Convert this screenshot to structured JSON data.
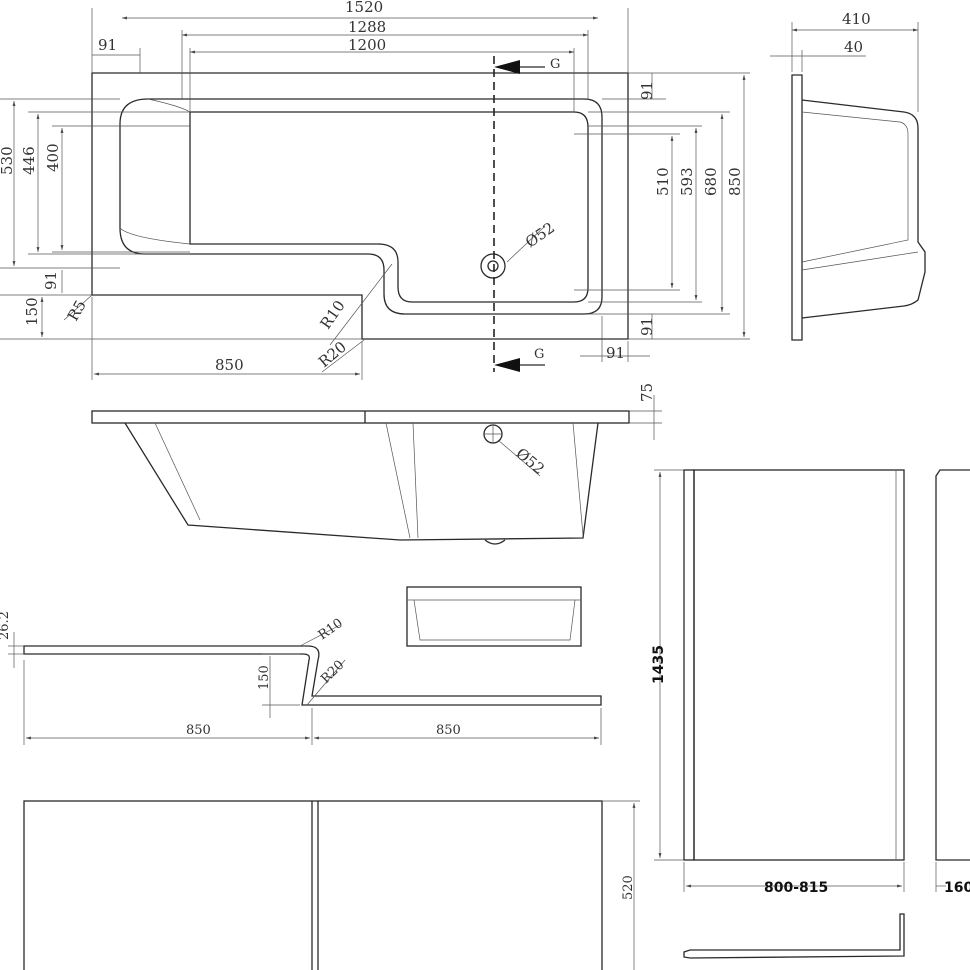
{
  "top_view": {
    "dims_top": [
      "1520",
      "1288",
      "1200"
    ],
    "dim_91_left": "91",
    "dims_left": [
      "530",
      "446",
      "400"
    ],
    "dim_91_left_low": "91",
    "dim_150": "150",
    "r5": "R5",
    "r10": "R10",
    "r20": "R20",
    "dim_850_bottom": "850",
    "dim_91_bottom_right": "91",
    "section_mark": "G",
    "dia_52": "Ø52",
    "dims_right": [
      "91",
      "510",
      "593",
      "680",
      "850"
    ],
    "dim_91_right_low": "91"
  },
  "end_view": {
    "dims": [
      "410",
      "40"
    ]
  },
  "side_view": {
    "dim_75": "75",
    "dia_52": "Ø52"
  },
  "screen_profile": {
    "dim_thk": "26.2",
    "r10": "R10",
    "r20": "R20",
    "dim_150": "150",
    "dims_bottom": [
      "850",
      "850"
    ]
  },
  "panel": {
    "dim_520": "520"
  },
  "shower_screen": {
    "height": "1435",
    "width": "800-815",
    "side": "160"
  }
}
